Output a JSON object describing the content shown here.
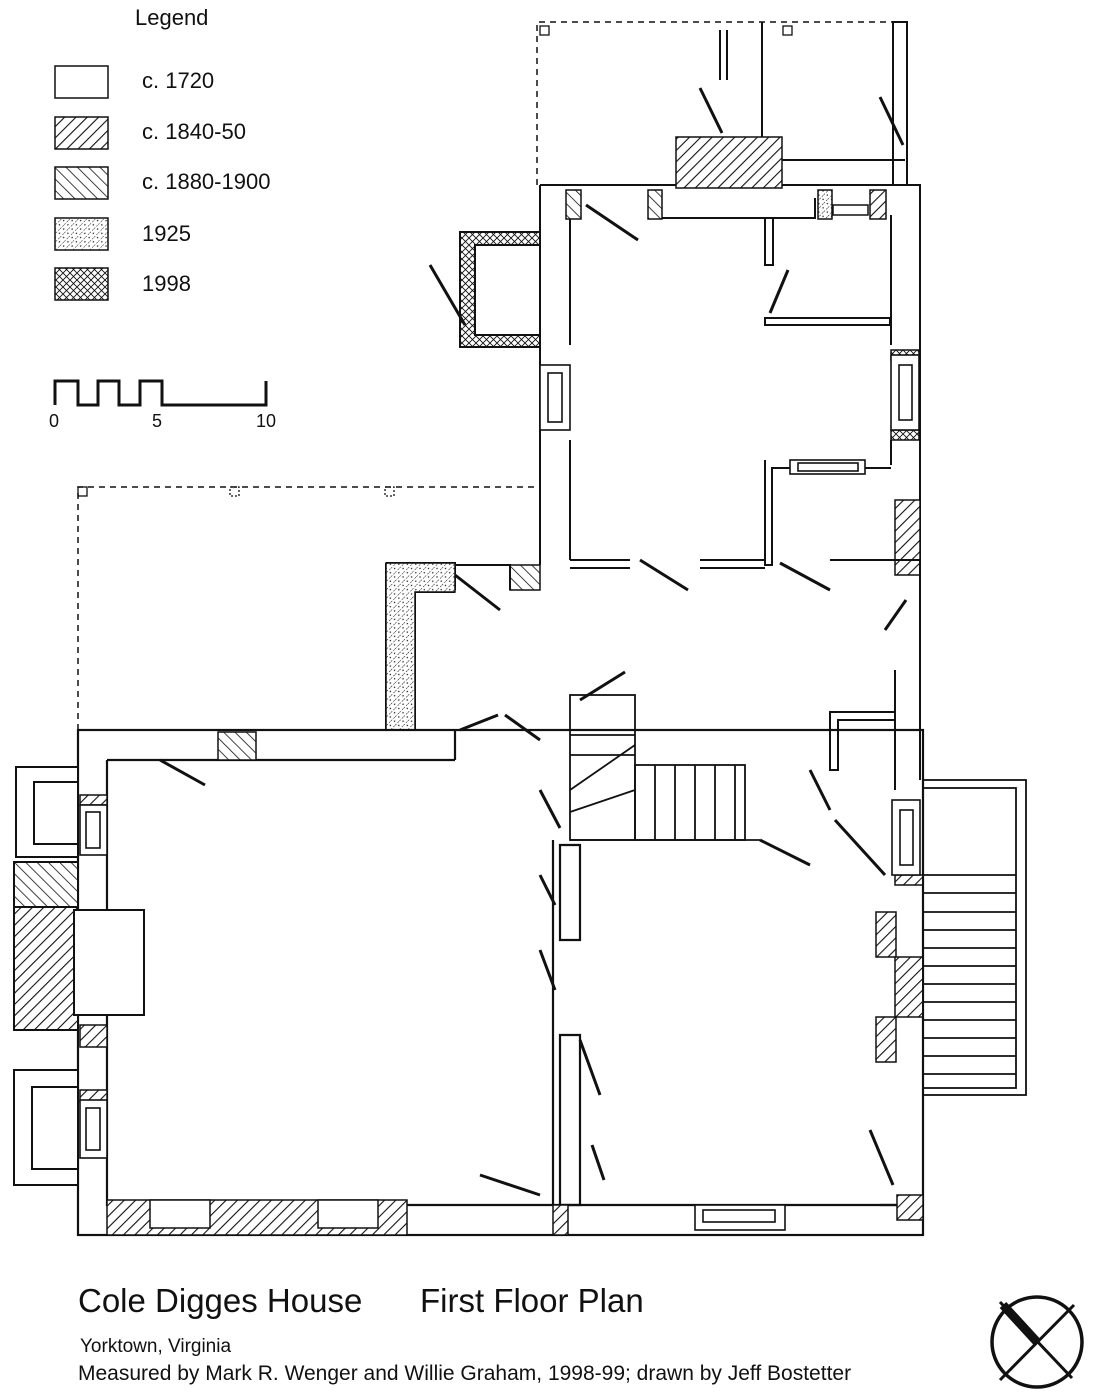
{
  "legend": {
    "title": "Legend",
    "items": [
      {
        "label": "c. 1720",
        "pattern": "none"
      },
      {
        "label": "c. 1840-50",
        "pattern": "hatch-right"
      },
      {
        "label": "c. 1880-1900",
        "pattern": "hatch-left"
      },
      {
        "label": "1925",
        "pattern": "stipple-hatch"
      },
      {
        "label": "1998",
        "pattern": "cross-hatch"
      }
    ]
  },
  "scale": {
    "ticks": [
      "0",
      "5",
      "10"
    ]
  },
  "title": {
    "main": "Cole Digges House",
    "subtitle": "First Floor Plan",
    "location": "Yorktown, Virginia",
    "credits": "Measured by Mark R. Wenger and Willie Graham, 1998-99; drawn by Jeff Bostetter"
  },
  "north_arrow": {
    "icon": "north-arrow-icon"
  }
}
